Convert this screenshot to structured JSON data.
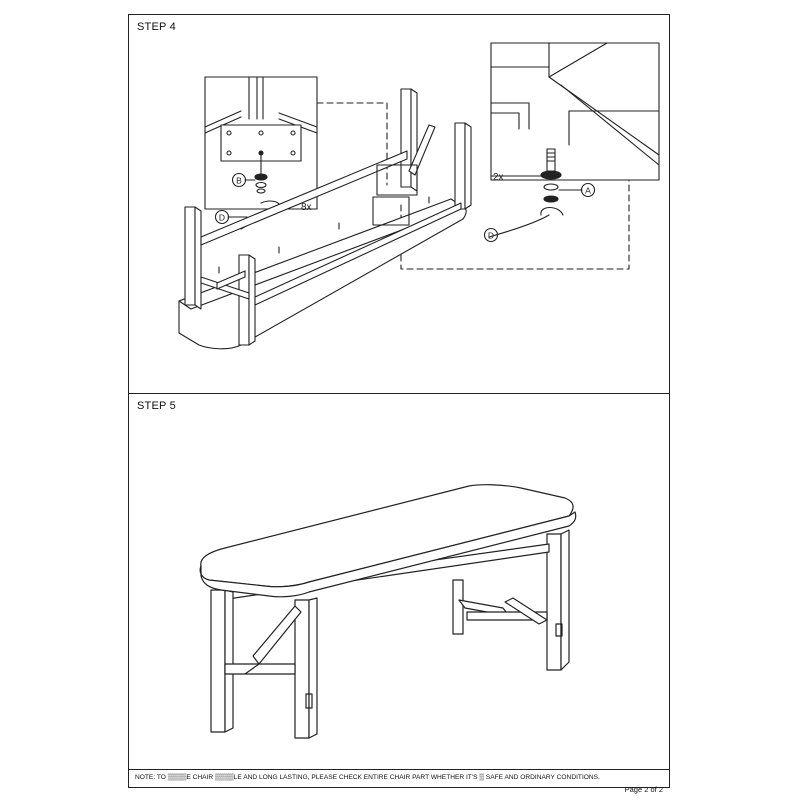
{
  "steps": [
    {
      "title": "STEP 4"
    },
    {
      "title": "STEP 5"
    }
  ],
  "callouts": {
    "part_b": "B",
    "part_a": "A",
    "part_d_left": "D",
    "part_d_right": "D",
    "qty_left": "8x",
    "qty_right": "2x"
  },
  "footer": {
    "note": "NOTE: TO ▒▒▒▒E CHAIR ▒▒▒▒LE AND LONG LASTING, PLEASE CHECK ENTIRE CHAIR PART WHETHER IT'S ▒ SAFE AND ORDINARY CONDITIONS.",
    "page": "Page 2 of 2"
  }
}
